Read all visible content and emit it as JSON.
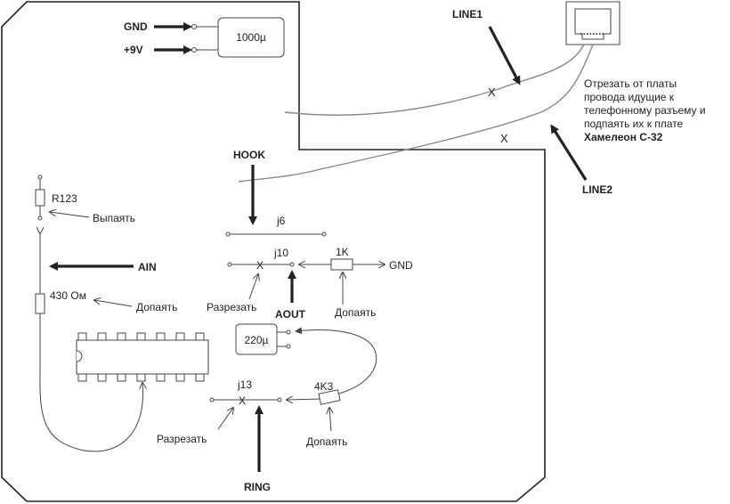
{
  "labels": {
    "gnd_in": "GND",
    "v9_in": "+9V",
    "cap_main": "1000µ",
    "line1": "LINE1",
    "line2": "LINE2",
    "note_lines": [
      "Отрезать от платы",
      "провода идущие к",
      "телефонному разъему и",
      "подпаять их к плате"
    ],
    "note_bold": "Хамелеон С-32",
    "hook": "HOOK",
    "r123": "R123",
    "vypayat": "Выпаять",
    "ain": "AIN",
    "r430": "430 Ом",
    "dopayat_r430": "Допаять",
    "j6": "j6",
    "j10": "j10",
    "r1k": "1K",
    "gnd_out": "GND",
    "razrezat_j10": "Разрезать",
    "aout": "AOUT",
    "dopayat_1k": "Допаять",
    "cap_220": "220µ",
    "j13": "j13",
    "r4k3": "4K3",
    "razrezat_j13": "Разрезать",
    "dopayat_4k3": "Допаять",
    "ring": "RING"
  }
}
